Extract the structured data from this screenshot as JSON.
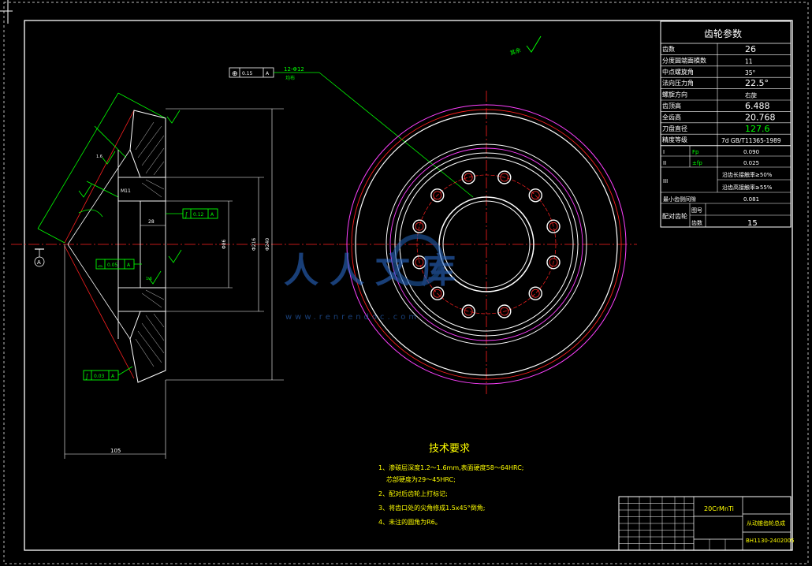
{
  "params": {
    "title": "齿轮参数",
    "rows": [
      {
        "label": "齿数",
        "value": "26"
      },
      {
        "label": "分度圆端面模数",
        "value": "11"
      },
      {
        "label": "中点螺旋角",
        "value": "35°"
      },
      {
        "label": "法向压力角",
        "value": "22.5°"
      },
      {
        "label": "螺旋方向",
        "value": "右旋"
      },
      {
        "label": "齿顶高",
        "value": "6.488"
      },
      {
        "label": "全齿高",
        "value": "20.768"
      },
      {
        "label": "刀盘直径",
        "value": "127.6"
      },
      {
        "label": "精度等级",
        "value": "7d GB/T11365-1989"
      }
    ],
    "tol1_sym": "Fp",
    "tol1_val": "0.090",
    "tol2_sym": "±fp",
    "tol2_val": "0.025",
    "contact_long": "沿齿长接触率≥50%",
    "contact_high": "沿齿高接触率≥55%",
    "backlash_label": "最小齿侧间隙",
    "backlash_val": "0.081",
    "mate_label": "配对齿轮",
    "mate_no_label": "图号",
    "mate_teeth_label": "齿数",
    "mate_teeth_val": "15"
  },
  "tech": {
    "title": "技术要求",
    "items": [
      "1、渗碳层深度1.2～1.6mm,表面硬度58～64HRC;",
      "芯部硬度为29～45HRC;",
      "2、配对后齿轮上打标记;",
      "3、将齿口处的尖角修成1.5x45°倒角;",
      "4、未注的圆角为R6。"
    ]
  },
  "titleblock": {
    "material": "20CrMnTi",
    "name": "从动锥齿轮总成",
    "drawing_no": "BH1130-2402005"
  },
  "annot": {
    "callout_holes": "12-Φ12",
    "callout_sub": "均布",
    "fcf_top": "0.15",
    "fcf_mid": "0.12",
    "fcf_left": "0.05",
    "fcf_bot": "0.03",
    "datum": "A",
    "rough": "其余",
    "dim_bottom": "105",
    "dim_d1": "Φ86",
    "dim_d2": "Φ216",
    "dim_d3": "Φ240",
    "dim_28": "28",
    "dim_m11": "M11"
  },
  "watermark": {
    "cn": "人人文库",
    "url": "www.renrendoc.com"
  }
}
